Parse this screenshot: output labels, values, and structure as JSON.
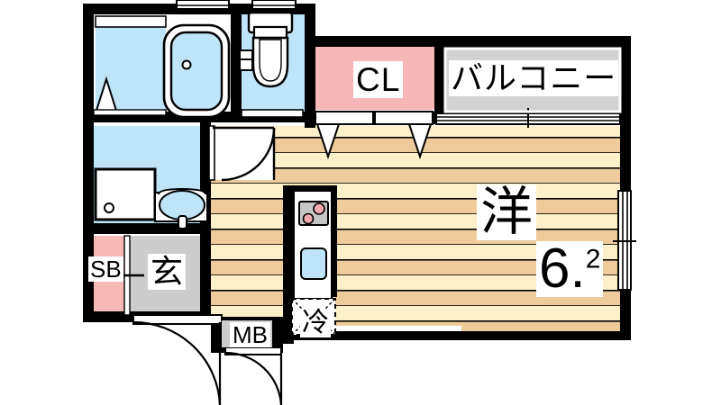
{
  "plan": {
    "title": "apartment-floor-plan",
    "rooms": [
      {
        "key": "main_room",
        "label": "洋",
        "name": "western-style-room"
      },
      {
        "key": "area",
        "label": "6.2",
        "name": "room-area-tatami"
      },
      {
        "key": "closet",
        "label": "CL",
        "name": "closet"
      },
      {
        "key": "balcony",
        "label": "バルコニー",
        "name": "balcony"
      },
      {
        "key": "entrance",
        "label": "玄",
        "name": "entrance-genkan"
      },
      {
        "key": "shoebox",
        "label": "SB",
        "name": "shoe-box"
      },
      {
        "key": "meterbox",
        "label": "MB",
        "name": "meter-box"
      },
      {
        "key": "fridge",
        "label": "冷",
        "name": "refrigerator-space"
      }
    ],
    "labels": {
      "main_room": "洋",
      "area_number": "6",
      "area_decimal": ".",
      "area_superscript": "2",
      "closet": "CL",
      "balcony": "バルコニー",
      "entrance": "玄",
      "shoebox": "SB",
      "meterbox": "MB",
      "fridge": "冷"
    },
    "colors": {
      "wall": "#000000",
      "floor_light": "#FCF0C9",
      "floor_dark": "#EECB9B",
      "water_blue": "#BFE4F8",
      "closet_pink": "#F5B7B7",
      "shoebox_pink": "#F7B8B8",
      "gray_tile": "#CCCCCC",
      "balcony_gray": "#D2D2D2",
      "white": "#FFFFFF",
      "stove_gray": "#C6C6C6",
      "burner_pink": "#F4A9B0"
    },
    "fixtures": [
      {
        "name": "bathtub",
        "room": "bathroom"
      },
      {
        "name": "bathtub-drain",
        "room": "bathroom"
      },
      {
        "name": "washing-area",
        "room": "bathroom"
      },
      {
        "name": "toilet",
        "room": "toilet-room"
      },
      {
        "name": "toilet-tank",
        "room": "toilet-room"
      },
      {
        "name": "toilet-paper-holder",
        "room": "toilet-room"
      },
      {
        "name": "washing-machine-space",
        "room": "washroom"
      },
      {
        "name": "vanity-sink",
        "room": "washroom"
      },
      {
        "name": "kitchen-stove",
        "room": "kitchen"
      },
      {
        "name": "kitchen-sink",
        "room": "kitchen"
      },
      {
        "name": "refrigerator-space",
        "room": "kitchen"
      },
      {
        "name": "entrance-door",
        "room": "entrance"
      },
      {
        "name": "meter-box-door",
        "room": "meter-box"
      },
      {
        "name": "washroom-door",
        "room": "hallway"
      },
      {
        "name": "closet-folding-doors",
        "room": "closet"
      },
      {
        "name": "balcony-window",
        "room": "main_room"
      },
      {
        "name": "side-window",
        "room": "main_room"
      }
    ]
  }
}
